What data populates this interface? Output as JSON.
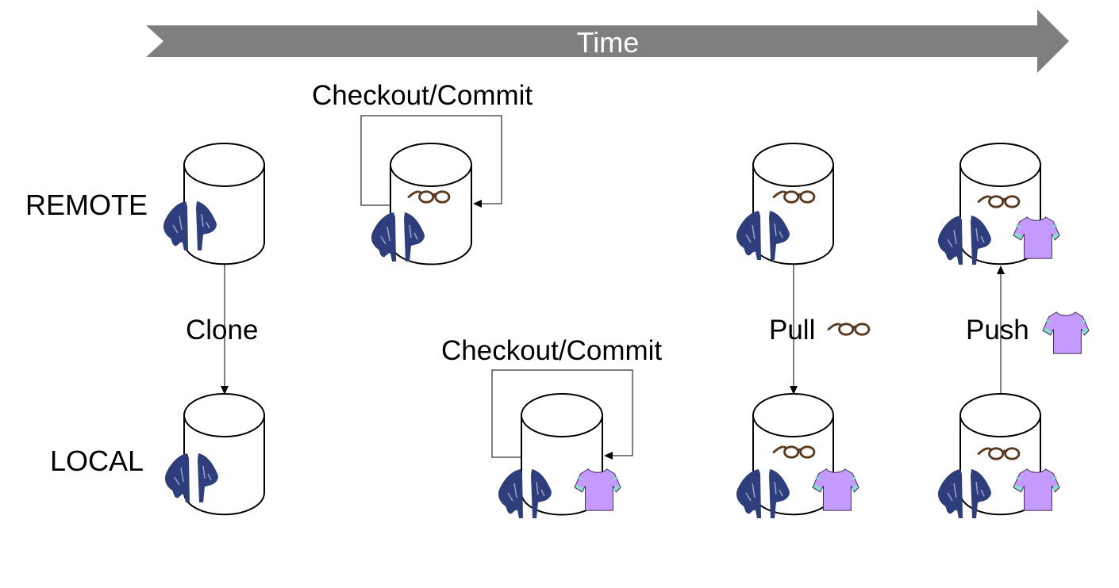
{
  "timeline": {
    "label": "Time",
    "color": "#7f7f81"
  },
  "rows": {
    "remote": "REMOTE",
    "local": "LOCAL"
  },
  "operations": {
    "clone": "Clone",
    "checkout_remote": "Checkout/Commit",
    "checkout_local": "Checkout/Commit",
    "pull": "Pull",
    "push": "Push"
  },
  "colors": {
    "jacket": "#2e3d7c",
    "shirt": "#c59aff",
    "shirt_trim": "#7fe3c8",
    "glasses": "#5a3a1e"
  },
  "icons": [
    "jacket-icon",
    "glasses-icon",
    "shirt-icon"
  ]
}
